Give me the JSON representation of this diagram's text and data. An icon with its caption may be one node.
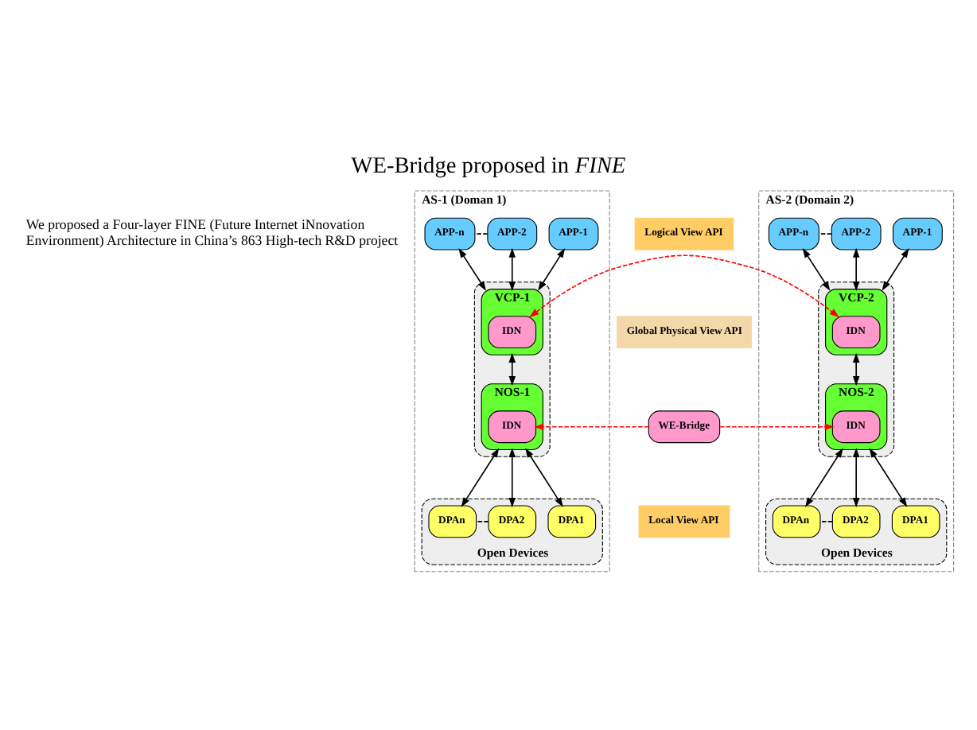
{
  "diagram": {
    "title": "WE-Bridge proposed in *FINE*",
    "nodes": [
      {
        "text": [
          "AS-1 (Doman 1)"
        ]
      },
      {
        "text": [
          "APP-1"
        ],
        "in": 0
      },
      {
        "text": [
          "APP-2"
        ],
        "in": 0
      },
      {
        "text": [
          "APP-n"
        ],
        "in": 0
      },
      {
        "text": [],
        "shape": "box",
        "in": 0
      },
      {
        "text": [
          "VCP-1"
        ],
        "in": 4
      },
      {
        "text": [
          "IDN"
        ],
        "in": 5
      },
      {
        "text": [
          "NOS-1"
        ],
        "in": 4
      },
      {
        "text": [
          "IDN"
        ],
        "in": 7
      },
      {
        "text": [
          "Open Devices"
        ],
        "in": 0
      },
      {
        "text": [
          "DPA1"
        ],
        "in": 9
      },
      {
        "text": [
          "DPA2"
        ],
        "in": 9
      },
      {
        "text": [
          "DPAn"
        ],
        "in": 9
      },
      {
        "text": [
          "AS-2 (Domain 2)"
        ]
      },
      {
        "text": [
          "APP-1"
        ],
        "in": 13
      },
      {
        "text": [
          "APP-2"
        ],
        "in": 13
      },
      {
        "text": [
          "APP-n"
        ],
        "in": 13
      },
      {
        "text": [],
        "shape": "box",
        "in": 13
      },
      {
        "text": [
          "VCP-2"
        ],
        "in": 17
      },
      {
        "text": [
          "IDN"
        ],
        "in": 18
      },
      {
        "text": [
          "NOS-2"
        ],
        "in": 17
      },
      {
        "text": [
          "IDN"
        ],
        "in": 20
      },
      {
        "text": [
          "Open Devices"
        ],
        "in": 13
      },
      {
        "text": [
          "DPA1"
        ],
        "in": 22
      },
      {
        "text": [
          "DPA2"
        ],
        "in": 22
      },
      {
        "text": [
          "DPAn"
        ],
        "in": 22
      },
      {
        "text": [
          "Logical View API"
        ]
      },
      {
        "text": [
          "Global Physical View API"
        ]
      },
      {
        "text": [
          "WE-Bridge"
        ]
      },
      {
        "text": [
          "Local View API"
        ]
      }
    ],
    "edges": [
      {
        "from": 1,
        "to": 5,
        "arrow": "both"
      },
      {
        "from": 2,
        "to": 5,
        "arrow": "both"
      },
      {
        "from": 3,
        "to": 5,
        "arrow": "both"
      },
      {
        "from": 2,
        "to": 3,
        "arrow": "none",
        "style": "dashed"
      },
      {
        "from": 5,
        "to": 7,
        "arrow": "both"
      },
      {
        "from": 7,
        "to": 10,
        "arrow": "both"
      },
      {
        "from": 7,
        "to": 11,
        "arrow": "both"
      },
      {
        "from": 7,
        "to": 12,
        "arrow": "both"
      },
      {
        "from": 11,
        "to": 12,
        "arrow": "none",
        "style": "dashed"
      },
      {
        "from": 14,
        "to": 18,
        "arrow": "both"
      },
      {
        "from": 15,
        "to": 18,
        "arrow": "both"
      },
      {
        "from": 16,
        "to": 18,
        "arrow": "both"
      },
      {
        "from": 15,
        "to": 16,
        "arrow": "none",
        "style": "dashed"
      },
      {
        "from": 18,
        "to": 20,
        "arrow": "both"
      },
      {
        "from": 20,
        "to": 23,
        "arrow": "both"
      },
      {
        "from": 20,
        "to": 24,
        "arrow": "both"
      },
      {
        "from": 20,
        "to": 25,
        "arrow": "both"
      },
      {
        "from": 24,
        "to": 25,
        "arrow": "none",
        "style": "dashed"
      },
      {
        "from": 6,
        "to": 19,
        "arrow": "both",
        "style": "dashed",
        "color": "#ff0000"
      },
      {
        "from": 28,
        "to": 8,
        "arrow": "to",
        "style": "dashed",
        "color": "#ff0000"
      },
      {
        "from": 28,
        "to": 21,
        "arrow": "to",
        "style": "dashed",
        "color": "#ff0000"
      }
    ],
    "labels": [
      "We proposed a Four-layer FINE (Future Internet iNnovation Environment) Architecture in China’s 863 High-tech R&D project"
    ]
  }
}
